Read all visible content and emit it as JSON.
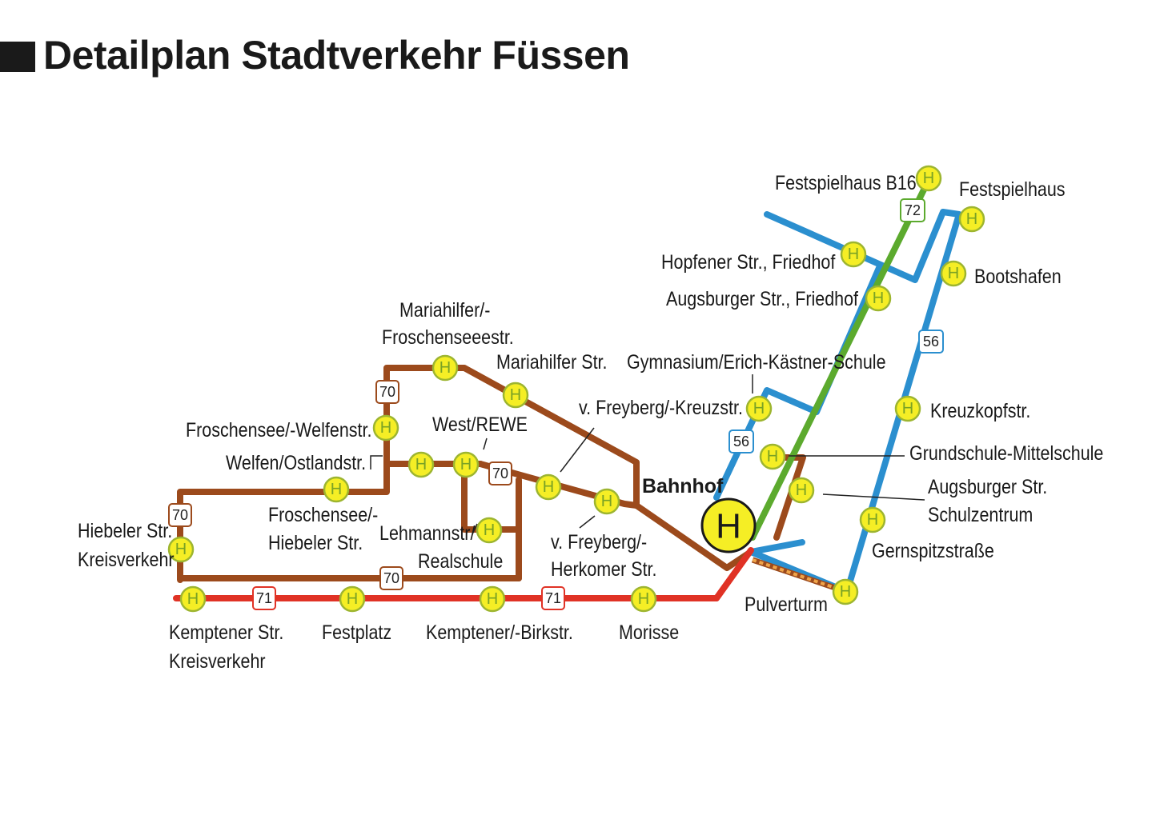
{
  "title": "Detailplan Stadtverkehr Füssen",
  "colors": {
    "line70": "#9c4a1c",
    "line71": "#e03225",
    "line72": "#5caa2e",
    "line56": "#2b8fcf",
    "stop_fill": "#f5ee25",
    "stop_stroke": "#9db530",
    "text": "#1a1a1a"
  },
  "lines": [
    {
      "number": "70",
      "color": "#9c4a1c"
    },
    {
      "number": "71",
      "color": "#e03225"
    },
    {
      "number": "72",
      "color": "#5caa2e"
    },
    {
      "number": "56",
      "color": "#2b8fcf"
    }
  ],
  "hub": {
    "label": "Bahnhof",
    "symbol": "H"
  },
  "stop_symbol": "H",
  "stops": {
    "festspielhaus_b16": "Festspielhaus B16",
    "festspielhaus": "Festspielhaus",
    "hopfener": "Hopfener Str., Friedhof",
    "augsburger_friedhof": "Augsburger Str., Friedhof",
    "bootshafen": "Bootshafen",
    "mariahilfer_frosch_1": "Mariahilfer/-",
    "mariahilfer_frosch_2": "Froschenseeestr.",
    "mariahilfer_str": "Mariahilfer Str.",
    "gymnasium": "Gymnasium/Erich-Kästner-Schule",
    "freyberg_kreuz": "v. Freyberg/-Kreuzstr.",
    "kreuzkopf": "Kreuzkopfstr.",
    "froschensee_welfen": "Froschensee/-Welfenstr.",
    "west_rewe": "West/REWE",
    "grundschule": "Grundschule-Mittelschule",
    "welfen_ostland": "Welfen/Ostlandstr.",
    "augsburger_schul_1": "Augsburger Str.",
    "augsburger_schul_2": "Schulzentrum",
    "froschensee_hiebeler_1": "Froschensee/-",
    "froschensee_hiebeler_2": "Hiebeler Str.",
    "hiebeler_kreis_1": "Hiebeler Str.",
    "hiebeler_kreis_2": "Kreisverkehr",
    "lehmann_1": "Lehmannstr/",
    "lehmann_2": "Realschule",
    "freyberg_herkomer_1": "v. Freyberg/-",
    "freyberg_herkomer_2": "Herkomer Str.",
    "gernspitz": "Gernspitzstraße",
    "pulverturm": "Pulverturm",
    "kemptener_kreis_1": "Kemptener Str.",
    "kemptener_kreis_2": "Kreisverkehr",
    "festplatz": "Festplatz",
    "kemptener_birk": "Kemptener/-Birkstr.",
    "morisse": "Morisse"
  }
}
